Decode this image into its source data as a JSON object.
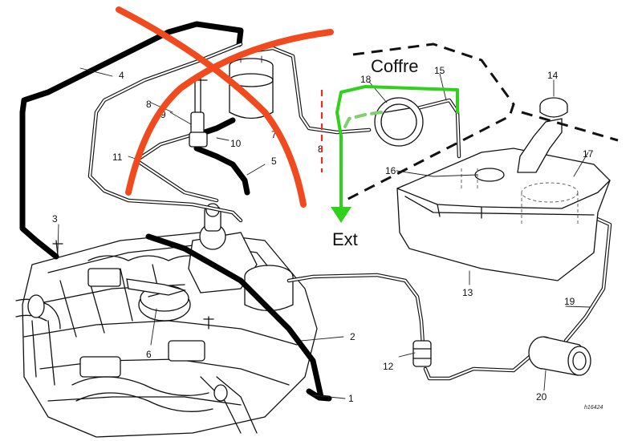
{
  "annotations": {
    "coffre": "Coffre",
    "ext": "Ext",
    "cross_color": "#f04a1e",
    "route_color": "#2fd11c",
    "cut_color": "#e8301e"
  },
  "callouts": {
    "c1": "1",
    "c2": "2",
    "c3": "3",
    "c4": "4",
    "c5": "5",
    "c6": "6",
    "c7": "7",
    "c8a": "8",
    "c8b": "8",
    "c9": "9",
    "c10": "10",
    "c11": "11",
    "c12": "12",
    "c13": "13",
    "c14": "14",
    "c15": "15",
    "c16": "16",
    "c17": "17",
    "c18": "18",
    "c19": "19",
    "c20": "20"
  },
  "reference": "h16424"
}
